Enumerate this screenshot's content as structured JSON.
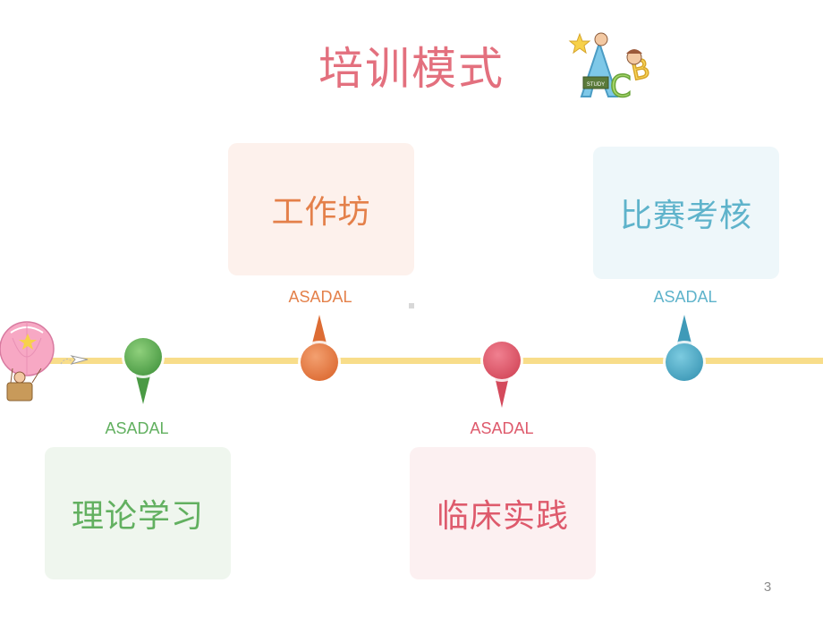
{
  "slide": {
    "title": "培训模式",
    "page_number": "3"
  },
  "stages": {
    "workshop": {
      "title": "工作坊",
      "caption": "ASADAL"
    },
    "competition": {
      "title": "比赛考核",
      "caption": "ASADAL"
    },
    "theory": {
      "title": "理论学习",
      "caption": "ASADAL"
    },
    "clinical": {
      "title": "临床实践",
      "caption": "ASADAL"
    }
  },
  "decorations": {
    "title_badge_text": "STUDY",
    "title_letters": [
      "A",
      "B",
      "C"
    ]
  },
  "colors": {
    "title": "#e3707e",
    "timeline": "#f8dd8a",
    "green": "#62b060",
    "orange": "#e4804a",
    "red": "#de5a6c",
    "blue": "#5eb3cb"
  }
}
